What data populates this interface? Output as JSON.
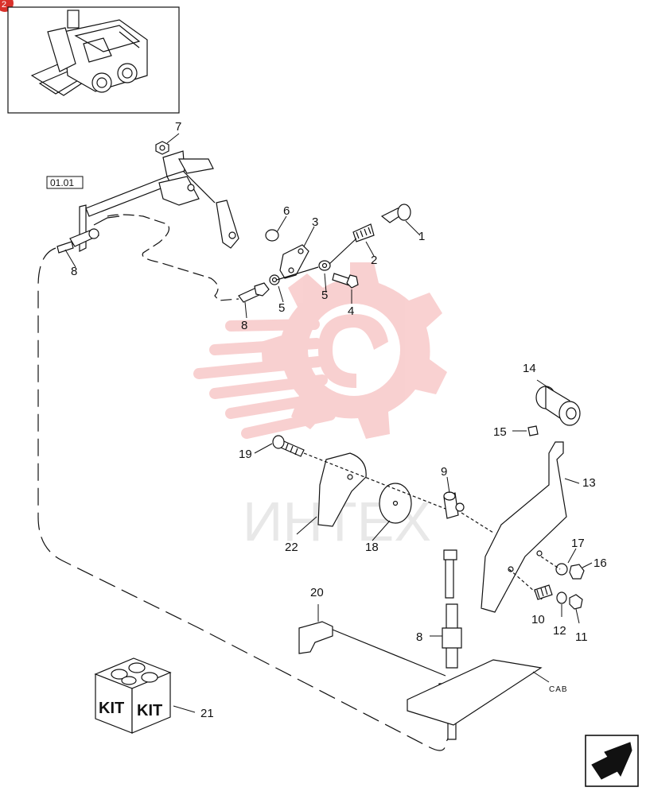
{
  "page_badge": "2",
  "ref_box": "01.01",
  "cab_label": "CAB",
  "kit_label": "KIT",
  "watermark_text": "ИНТЕХ",
  "callouts": [
    {
      "id": "c1",
      "label": "1"
    },
    {
      "id": "c2",
      "label": "2"
    },
    {
      "id": "c3",
      "label": "3"
    },
    {
      "id": "c4",
      "label": "4"
    },
    {
      "id": "c5a",
      "label": "5"
    },
    {
      "id": "c5b",
      "label": "5"
    },
    {
      "id": "c6",
      "label": "6"
    },
    {
      "id": "c7",
      "label": "7"
    },
    {
      "id": "c8a",
      "label": "8"
    },
    {
      "id": "c8b",
      "label": "8"
    },
    {
      "id": "c8c",
      "label": "8"
    },
    {
      "id": "c9",
      "label": "9"
    },
    {
      "id": "c10",
      "label": "10"
    },
    {
      "id": "c11",
      "label": "11"
    },
    {
      "id": "c12",
      "label": "12"
    },
    {
      "id": "c13",
      "label": "13"
    },
    {
      "id": "c14",
      "label": "14"
    },
    {
      "id": "c15",
      "label": "15"
    },
    {
      "id": "c16",
      "label": "16"
    },
    {
      "id": "c17",
      "label": "17"
    },
    {
      "id": "c18",
      "label": "18"
    },
    {
      "id": "c19",
      "label": "19"
    },
    {
      "id": "c20",
      "label": "20"
    },
    {
      "id": "c21",
      "label": "21"
    },
    {
      "id": "c22",
      "label": "22"
    }
  ],
  "colors": {
    "line": "#111111",
    "watermark": "#f6c9c9",
    "badge": "#d9312b"
  }
}
